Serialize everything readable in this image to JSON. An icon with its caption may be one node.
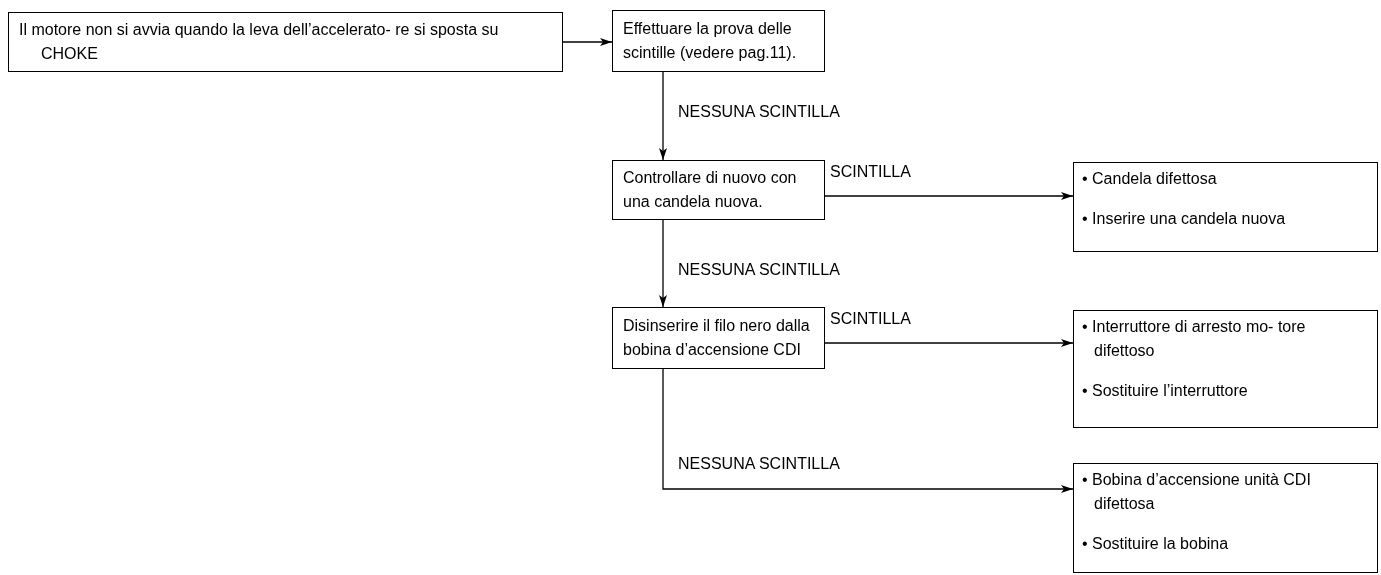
{
  "diagram": {
    "nodes": [
      {
        "text": [
          "Il motore non si avvia quando la leva dell’accelerato- re si sposta su CHOKE"
        ]
      },
      {
        "text": [
          "Effettuare la prova delle scintille (vedere pag.11)."
        ]
      },
      {
        "text": [
          "Controllare di nuovo con una candela nuova."
        ]
      },
      {
        "text": [
          "Disinserire il filo nero dalla bobina d’accensione CDI"
        ]
      },
      {
        "text": [
          "• Candela difettosa",
          "• Inserire una candela nuova"
        ]
      },
      {
        "text": [
          "• Interruttore di arresto mo- tore difettoso",
          "• Sostituire l’interruttore"
        ]
      },
      {
        "text": [
          "• Bobina d’accensione unità CDI difettosa",
          "• Sostituire la bobina"
        ]
      }
    ],
    "edges": [
      {
        "from": 0,
        "to": 1,
        "arrow": "to"
      },
      {
        "from": 1,
        "to": 2,
        "arrow": "to",
        "label": "NESSUNA SCINTILLA"
      },
      {
        "from": 2,
        "to": 4,
        "arrow": "to",
        "label": "SCINTILLA"
      },
      {
        "from": 2,
        "to": 3,
        "arrow": "to",
        "label": "NESSUNA SCINTILLA"
      },
      {
        "from": 3,
        "to": 5,
        "arrow": "to",
        "label": "SCINTILLA"
      },
      {
        "from": 3,
        "to": 6,
        "arrow": "to",
        "label": "NESSUNA SCINTILLA"
      }
    ]
  }
}
